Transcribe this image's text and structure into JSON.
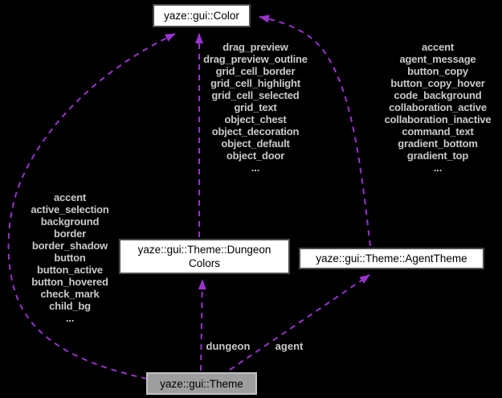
{
  "colors": {
    "background": "#000000",
    "edge": "#9a32cd",
    "edge_label_text": "#c9c9c9",
    "node_fill": "#ffffff",
    "node_border": "#4a4a4a",
    "node_text": "#000000",
    "highlight_fill": "#9e9e9e",
    "highlight_border": "#c2c2c2"
  },
  "nodes": {
    "color": {
      "label": "yaze::gui::Color"
    },
    "dungeon_colors": {
      "label": "yaze::gui::Theme::Dungeon\nColors"
    },
    "agent_theme": {
      "label": "yaze::gui::Theme::AgentTheme"
    },
    "theme": {
      "label": "yaze::gui::Theme"
    }
  },
  "edges": {
    "theme_to_color": {
      "members": [
        "accent",
        "active_selection",
        "background",
        "border",
        "border_shadow",
        "button",
        "button_active",
        "button_hovered",
        "check_mark",
        "child_bg",
        "..."
      ]
    },
    "dungeon_colors_to_color": {
      "members": [
        "drag_preview",
        "drag_preview_outline",
        "grid_cell_border",
        "grid_cell_highlight",
        "grid_cell_selected",
        "grid_text",
        "object_chest",
        "object_decoration",
        "object_default",
        "object_door",
        "..."
      ]
    },
    "agent_theme_to_color": {
      "members": [
        "accent",
        "agent_message",
        "button_copy",
        "button_copy_hover",
        "code_background",
        "collaboration_active",
        "collaboration_inactive",
        "command_text",
        "gradient_bottom",
        "gradient_top",
        "..."
      ]
    },
    "theme_to_dungeon_colors": {
      "label": "dungeon"
    },
    "theme_to_agent_theme": {
      "label": "agent"
    }
  }
}
